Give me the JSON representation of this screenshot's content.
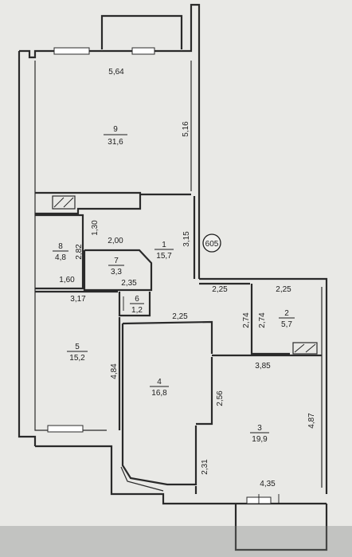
{
  "badge": "605",
  "rooms": [
    {
      "num": "9",
      "area": "31,6"
    },
    {
      "num": "8",
      "area": "4,8"
    },
    {
      "num": "7",
      "area": "3,3"
    },
    {
      "num": "1",
      "area": "15,7"
    },
    {
      "num": "6",
      "area": "1,2"
    },
    {
      "num": "2",
      "area": "5,7"
    },
    {
      "num": "5",
      "area": "15,2"
    },
    {
      "num": "4",
      "area": "16,8"
    },
    {
      "num": "3",
      "area": "19,9"
    }
  ],
  "dimensions": {
    "d564": "5,64",
    "d516": "5,16",
    "d130": "1,30",
    "d200": "2,00",
    "d282": "2,82",
    "d315": "3,15",
    "d160": "1,60",
    "d235": "2,35",
    "d317": "3,17",
    "d225a": "2,25",
    "d225b": "2,25",
    "d225c": "2,25",
    "d274a": "2,74",
    "d274b": "2,74",
    "d484": "4,84",
    "d385": "3,85",
    "d256": "2,56",
    "d487": "4,87",
    "d231": "2,31",
    "d435": "4,35"
  }
}
